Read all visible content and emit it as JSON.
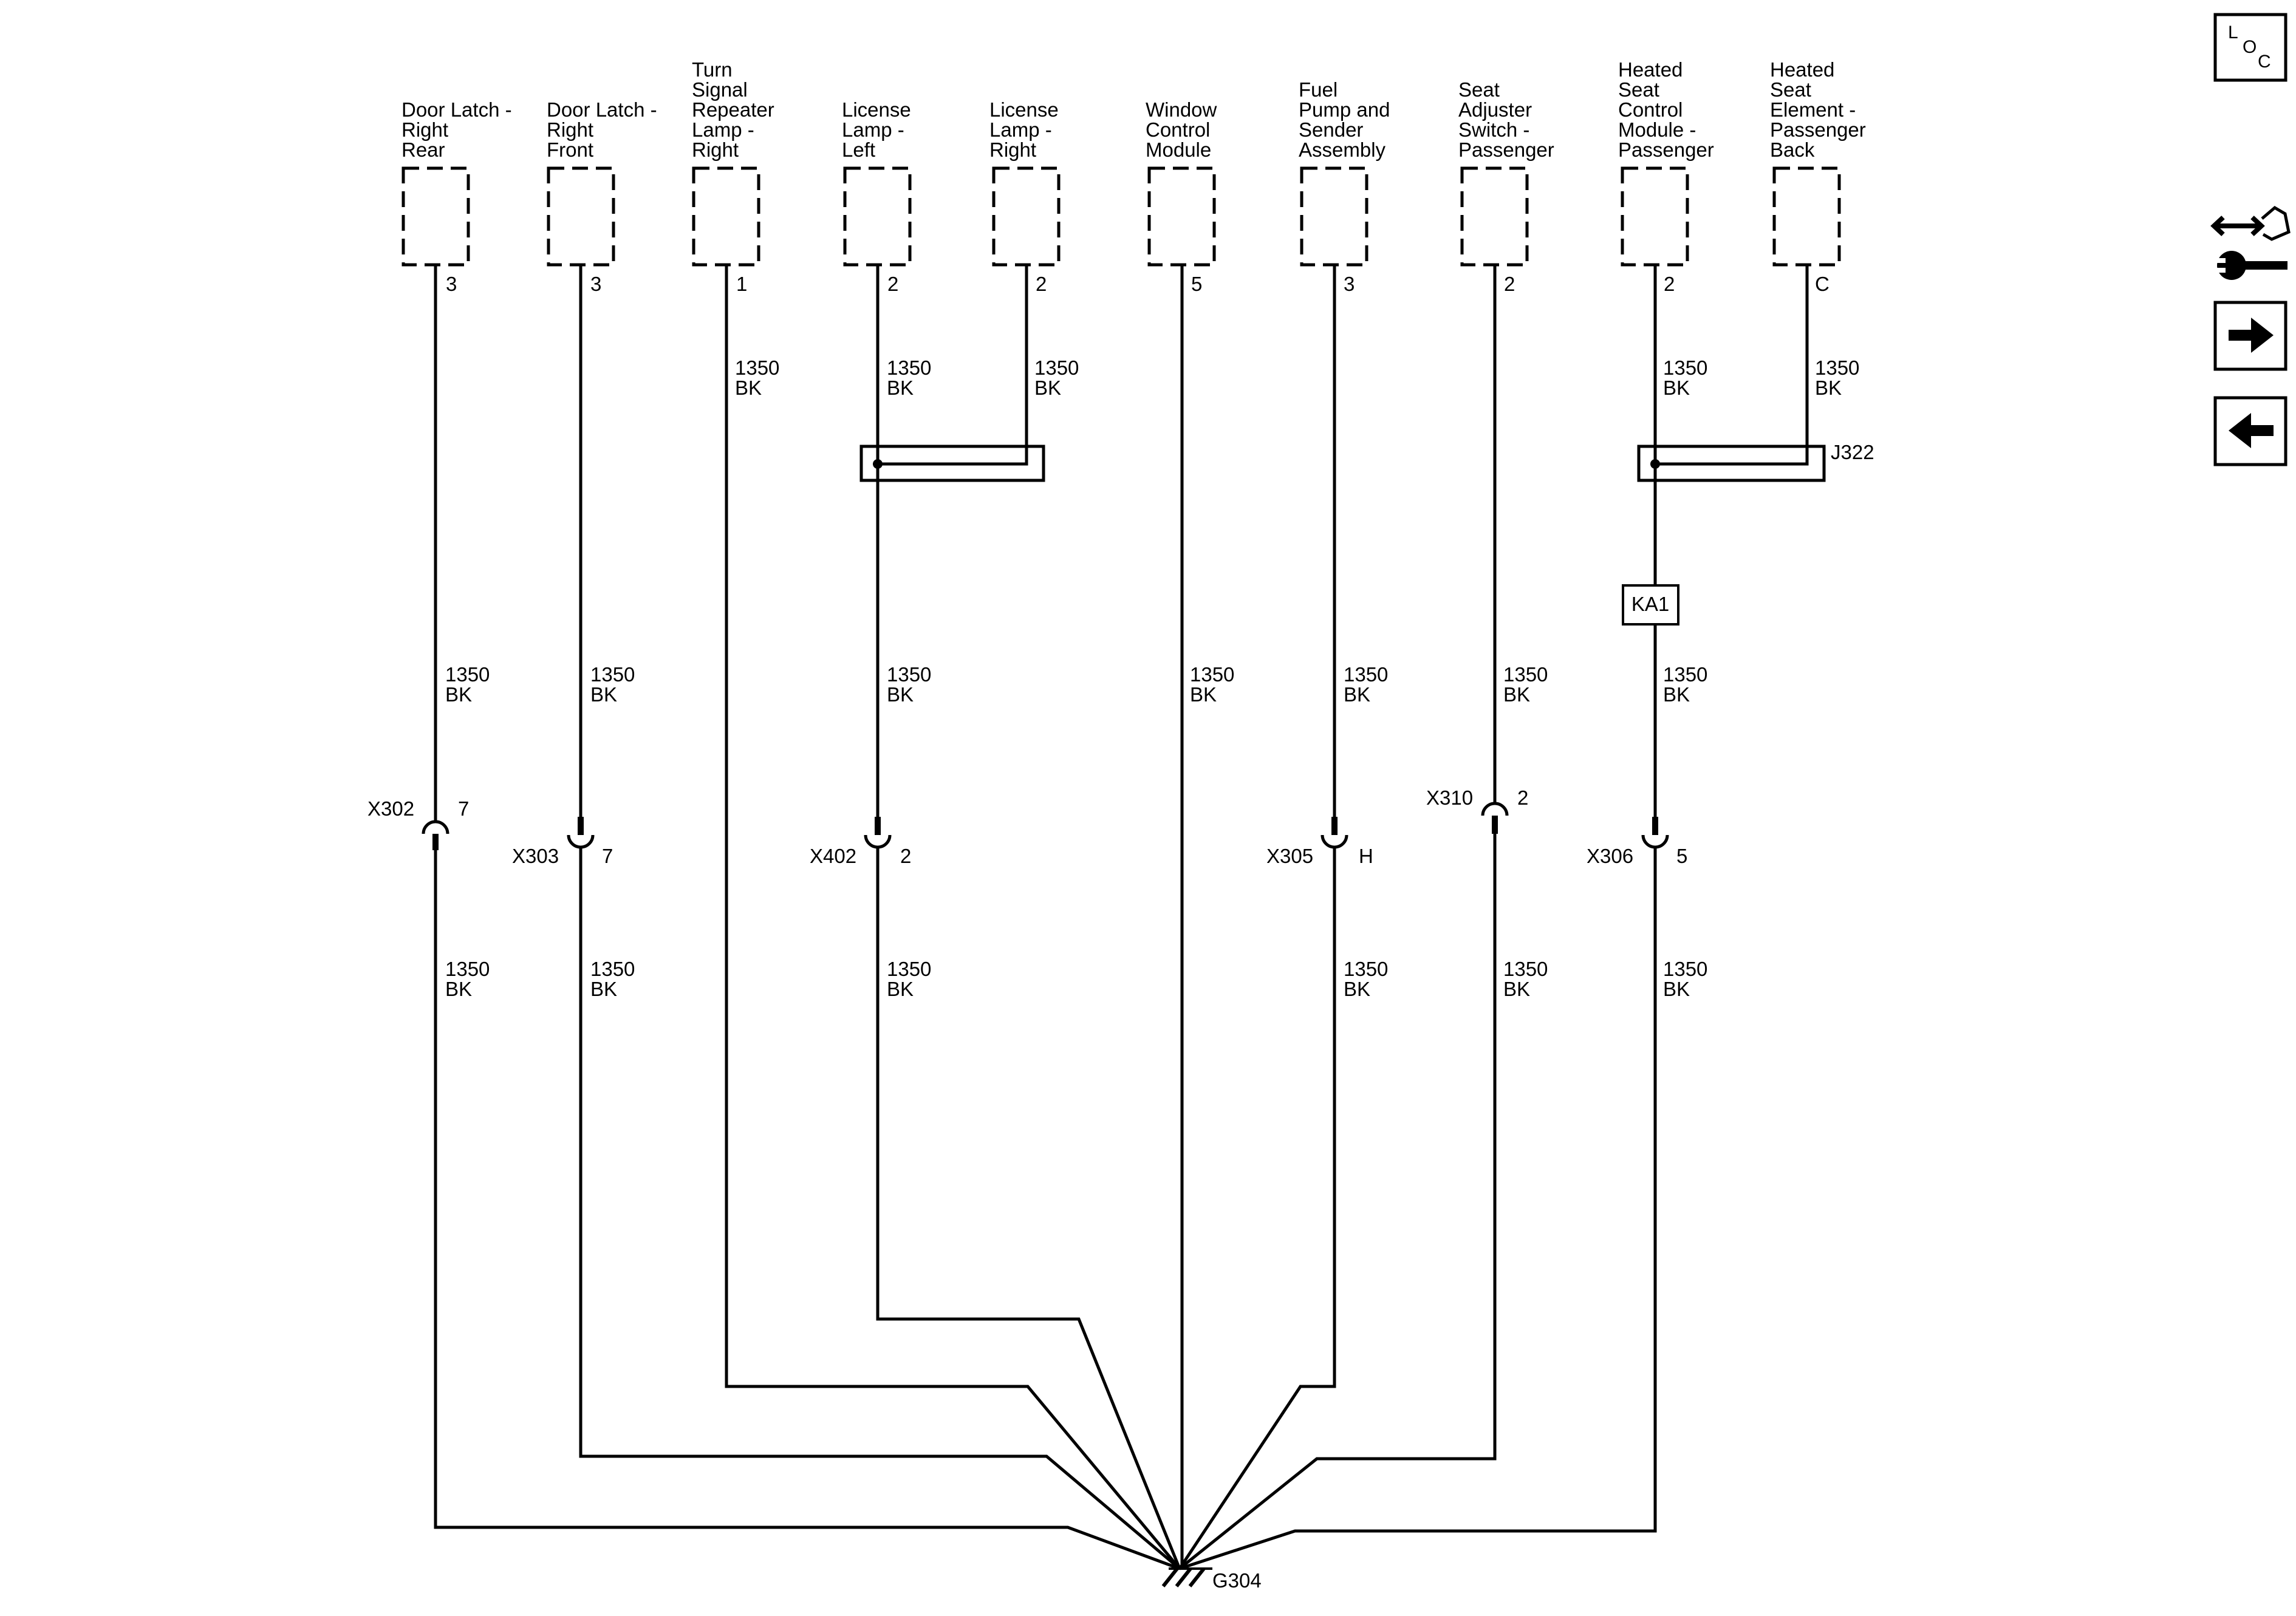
{
  "components": [
    {
      "id": "door-latch-right-rear",
      "name_lines": [
        "Door Latch -",
        "Right",
        "Rear"
      ],
      "pin": "3"
    },
    {
      "id": "door-latch-right-front",
      "name_lines": [
        "Door Latch -",
        "Right",
        "Front"
      ],
      "pin": "3"
    },
    {
      "id": "turn-signal-repeater-lamp-right",
      "name_lines": [
        "Turn",
        "Signal",
        "Repeater",
        "Lamp -",
        "Right"
      ],
      "pin": "1"
    },
    {
      "id": "license-lamp-left",
      "name_lines": [
        "License",
        "Lamp -",
        "Left"
      ],
      "pin": "2"
    },
    {
      "id": "license-lamp-right",
      "name_lines": [
        "License",
        "Lamp -",
        "Right"
      ],
      "pin": "2"
    },
    {
      "id": "window-control-module",
      "name_lines": [
        "Window",
        "Control",
        "Module"
      ],
      "pin": "5"
    },
    {
      "id": "fuel-pump-sender-assembly",
      "name_lines": [
        "Fuel",
        "Pump and",
        "Sender",
        "Assembly"
      ],
      "pin": "3"
    },
    {
      "id": "seat-adjuster-switch-passenger",
      "name_lines": [
        "Seat",
        "Adjuster",
        "Switch -",
        "Passenger"
      ],
      "pin": "2"
    },
    {
      "id": "heated-seat-control-module-passenger",
      "name_lines": [
        "Heated",
        "Seat",
        "Control",
        "Module -",
        "Passenger"
      ],
      "pin": "2"
    },
    {
      "id": "heated-seat-element-passenger-back",
      "name_lines": [
        "Heated",
        "Seat",
        "Element -",
        "Passenger",
        "Back"
      ],
      "pin": "C"
    }
  ],
  "wire": {
    "gauge": "1350",
    "color": "BK"
  },
  "inline_connectors": [
    {
      "id": "x302",
      "name": "X302",
      "pin": "7"
    },
    {
      "id": "x303",
      "name": "X303",
      "pin": "7"
    },
    {
      "id": "x402",
      "name": "X402",
      "pin": "2"
    },
    {
      "id": "x305",
      "name": "X305",
      "pin": "H"
    },
    {
      "id": "x310",
      "name": "X310",
      "pin": "2"
    },
    {
      "id": "x306",
      "name": "X306",
      "pin": "5"
    }
  ],
  "splice": {
    "name": "J322"
  },
  "component_box": {
    "name": "KA1"
  },
  "ground": {
    "name": "G304"
  },
  "side_panel": {
    "loc_letters": [
      "L",
      "O",
      "C"
    ],
    "icons": [
      "connector-end-view-icon",
      "wrench-icon",
      "arrow-right-icon",
      "arrow-left-icon"
    ]
  }
}
